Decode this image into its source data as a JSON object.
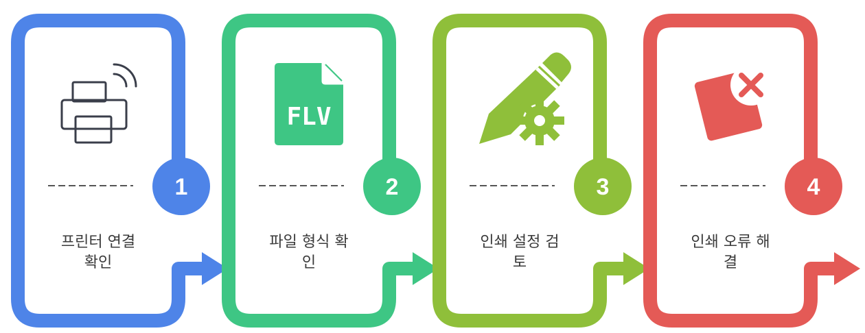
{
  "steps": [
    {
      "number": "1",
      "label_line1": "프린터 연결",
      "label_line2": "확인",
      "color": "#4e84e8",
      "icon": "printer-wireless-icon"
    },
    {
      "number": "2",
      "label_line1": "파일 형식 확",
      "label_line2": "인",
      "color": "#3ec684",
      "icon": "flv-file-icon",
      "icon_text": "FLV"
    },
    {
      "number": "3",
      "label_line1": "인쇄 설정 검",
      "label_line2": "토",
      "color": "#8fbf3a",
      "icon": "pencil-gear-icon"
    },
    {
      "number": "4",
      "label_line1": "인쇄 오류 해",
      "label_line2": "결",
      "color": "#e45a56",
      "icon": "page-error-icon"
    }
  ]
}
